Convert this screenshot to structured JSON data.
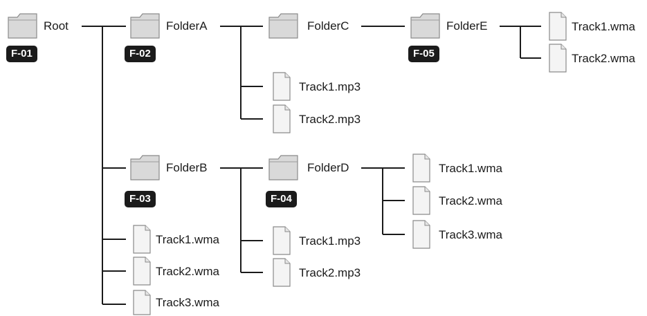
{
  "tree": {
    "root": {
      "label": "Root",
      "code": "F-01"
    },
    "folder_a": {
      "label": "FolderA",
      "code": "F-02"
    },
    "folder_b": {
      "label": "FolderB",
      "code": "F-03"
    },
    "folder_c": {
      "label": "FolderC"
    },
    "folder_d": {
      "label": "FolderD",
      "code": "F-04"
    },
    "folder_e": {
      "label": "FolderE",
      "code": "F-05"
    },
    "folder_e_files": [
      "Track1.wma",
      "Track2.wma"
    ],
    "folder_c_files": [
      "Track1.mp3",
      "Track2.mp3"
    ],
    "folder_b_files": [
      "Track1.wma",
      "Track2.wma",
      "Track3.wma"
    ],
    "folder_b_sub_files": [
      "Track1.mp3",
      "Track2.mp3"
    ],
    "folder_d_files": [
      "Track1.wma",
      "Track2.wma",
      "Track3.wma"
    ]
  },
  "colors": {
    "line": "#1a1a1a",
    "badge": "#1b1b1b",
    "folder": "#d9d9d9",
    "file": "#f4f4f4"
  },
  "icons": {
    "folder": "folder-icon",
    "file": "file-icon"
  }
}
